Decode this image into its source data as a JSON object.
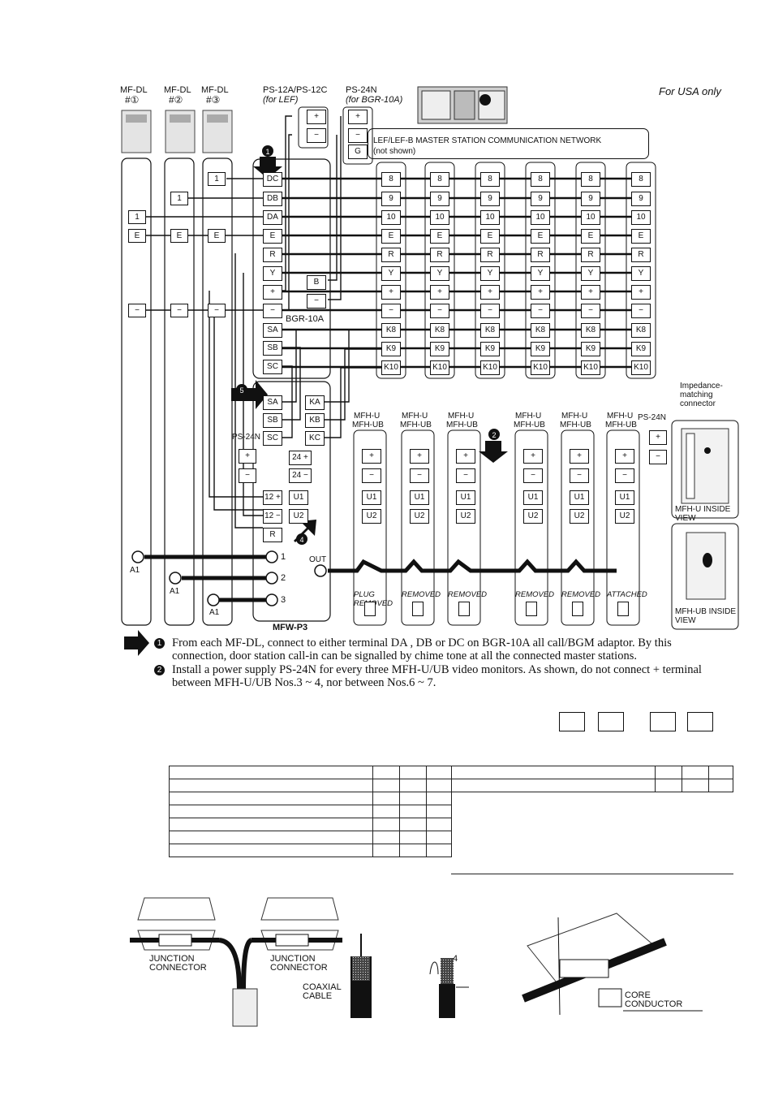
{
  "header": {
    "region_note": "For USA only",
    "door_stations": [
      {
        "model": "MF-DL",
        "num": "#①"
      },
      {
        "model": "MF-DL",
        "num": "#②"
      },
      {
        "model": "MF-DL",
        "num": "#③"
      }
    ],
    "ps12": {
      "model": "PS-12A/PS-12C",
      "sub": "(for LEF)"
    },
    "ps24": {
      "model": "PS-24N",
      "sub": "(for BGR-10A)"
    }
  },
  "network_box": {
    "line1": "LEF/LEF-B MASTER STATION COMMUNICATION NETWORK",
    "line2": "(not shown)"
  },
  "bgr": {
    "label": "BGR-10A",
    "terminals": [
      "DC",
      "DB",
      "DA",
      "E",
      "R",
      "Y",
      "+",
      "−"
    ],
    "ps_terms": [
      "+",
      "−",
      "G"
    ],
    "b_terms": [
      "B",
      "−"
    ],
    "s_terms": [
      "SA",
      "SB",
      "SC"
    ]
  },
  "masters": {
    "rows": [
      "8",
      "9",
      "10",
      "E",
      "R",
      "Y",
      "+",
      "−",
      "K8",
      "K9",
      "K10"
    ]
  },
  "door_terms": {
    "one": "1",
    "e": "E",
    "minus": "−"
  },
  "mfw": {
    "label": "MFW-P3",
    "s_terms": [
      "SA",
      "SB",
      "SC"
    ],
    "k_terms": [
      "KA",
      "KB",
      "KC"
    ],
    "p24": [
      "24 +",
      "24 −"
    ],
    "p12": [
      "12 +",
      "12 −"
    ],
    "u_terms": [
      "U1",
      "U2"
    ],
    "r_term": "R",
    "in_ports": [
      "1",
      "2",
      "3"
    ],
    "out": "OUT",
    "a1": "A1",
    "ps24_label": "PS-24N"
  },
  "monitors": {
    "model1": "MFH-U",
    "model2": "MFH-UB",
    "terms": [
      "+",
      "−",
      "U1",
      "U2"
    ],
    "states": [
      "PLUG REMOVED",
      "REMOVED",
      "REMOVED",
      "REMOVED",
      "REMOVED",
      "ATTACHED"
    ],
    "ps24_label": "PS-24N"
  },
  "inside_views": {
    "impedance": "Impedance- matching connector",
    "mfhu": "MFH-U INSIDE VIEW",
    "mfhub": "MFH-UB INSIDE VIEW"
  },
  "notes": [
    {
      "n": "❶",
      "text": "From each MF-DL, connect to either terminal  DA  ,  DB  or DC  on BGR-10A all call/BGM adaptor. By this connection, door station call-in can be signalled by chime tone at all the connected master stations."
    },
    {
      "n": "❷",
      "text": "Install a power supply PS-24N for every three MFH-U/UB video monitors. As shown, do not connect + terminal between MFH-U/UB Nos.3 ~ 4, nor between Nos.6 ~ 7."
    }
  ],
  "bottom": {
    "junction1": "JUNCTION CONNECTOR",
    "junction2": "JUNCTION CONNECTOR",
    "coax": "COAXIAL CABLE",
    "core": "CORE CONDUCTOR",
    "strip_num": "4"
  },
  "colors": {
    "ink": "#111111",
    "screen": "#cfcfcf"
  }
}
